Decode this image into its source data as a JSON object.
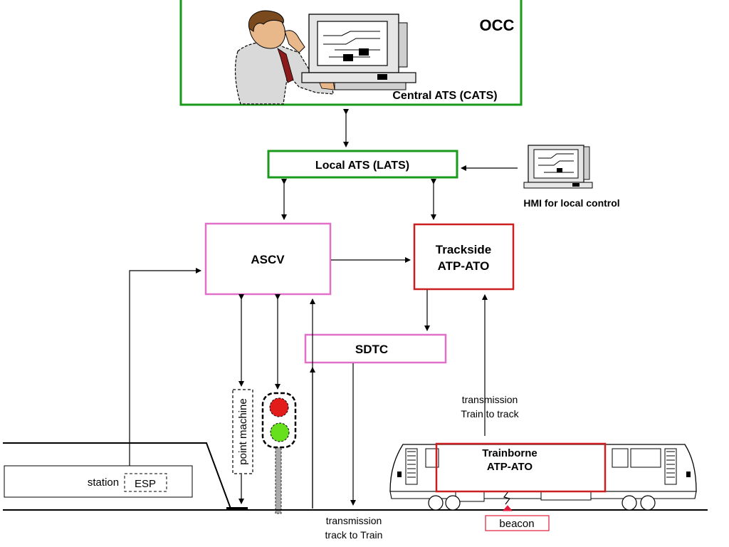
{
  "occ": {
    "label": "OCC",
    "sublabel": "Central ATS (CATS)"
  },
  "lats": {
    "label": "Local ATS (LATS)"
  },
  "hmi": {
    "label": "HMI for local control"
  },
  "ascv": {
    "label": "ASCV"
  },
  "trackside": {
    "line1": "Trackside",
    "line2": "ATP-ATO"
  },
  "sdtc": {
    "label": "SDTC"
  },
  "point_machine": {
    "label": "point machine"
  },
  "station": {
    "label": "station",
    "esp": "ESP"
  },
  "train_to_track": {
    "line1": "transmission",
    "line2": "Train to track"
  },
  "track_to_train": {
    "line1": "transmission",
    "line2": "track to Train"
  },
  "trainborne": {
    "line1": "Trainborne",
    "line2": "ATP-ATO"
  },
  "beacon": {
    "label": "beacon"
  },
  "colors": {
    "green_box": "#1a9a1a",
    "pink_box": "#e070c8",
    "red_box": "#cc1f1f",
    "signal_red": "#e21b1b",
    "signal_green": "#66e01c",
    "black": "#000000"
  }
}
